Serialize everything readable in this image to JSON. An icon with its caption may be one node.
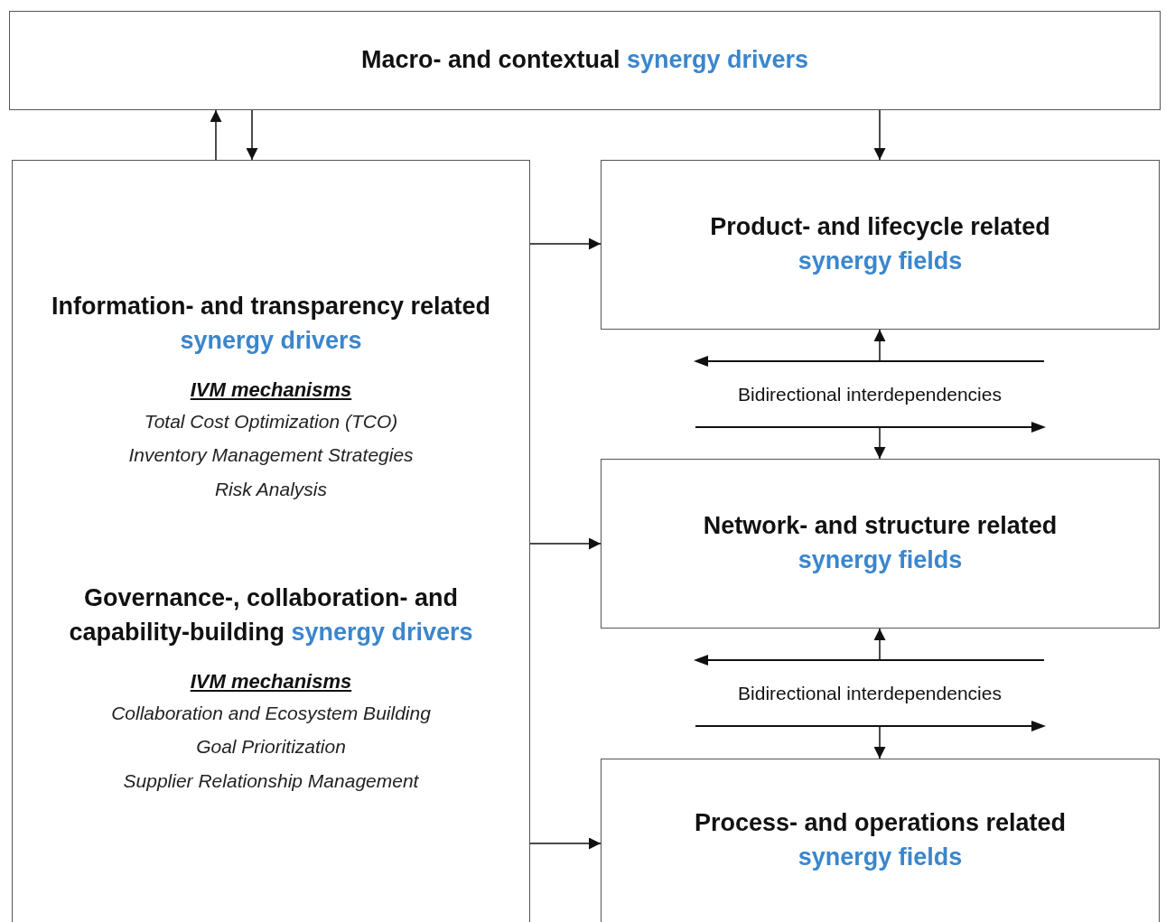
{
  "diagram": {
    "nodes": [
      {
        "text": [
          "Macro- and contextual",
          "synergy drivers"
        ]
      },
      {
        "text": [
          "Information- and transparency related",
          "synergy drivers",
          "IVM mechanisms",
          "Total Cost Optimization (TCO)",
          "Inventory Management Strategies",
          "Risk Analysis",
          "Governance-, collaboration- and capability-building",
          "synergy drivers",
          "IVM mechanisms",
          "Collaboration and Ecosystem Building",
          "Goal Prioritization",
          "Supplier Relationship Management"
        ]
      },
      {
        "text": [
          "Product- and lifecycle related",
          "synergy fields"
        ]
      },
      {
        "text": [
          "Bidirectional interdependencies"
        ]
      },
      {
        "text": [
          "Network- and structure related",
          "synergy fields"
        ]
      },
      {
        "text": [
          "Bidirectional interdependencies"
        ]
      },
      {
        "text": [
          "Process- and operations related",
          "synergy fields"
        ]
      }
    ],
    "edges": [
      {
        "from": 1,
        "to": 0,
        "arrow": "to"
      },
      {
        "from": 0,
        "to": 1,
        "arrow": "to"
      },
      {
        "from": 0,
        "to": 2,
        "arrow": "to"
      },
      {
        "from": 1,
        "to": 2,
        "arrow": "to"
      },
      {
        "from": 1,
        "to": 4,
        "arrow": "to"
      },
      {
        "from": 1,
        "to": 6,
        "arrow": "to"
      },
      {
        "from": 3,
        "to": 2,
        "arrow": "to"
      },
      {
        "from": 3,
        "to": 4,
        "arrow": "to"
      },
      {
        "from": 5,
        "to": 4,
        "arrow": "to"
      },
      {
        "from": 5,
        "to": 6,
        "arrow": "to"
      }
    ]
  }
}
